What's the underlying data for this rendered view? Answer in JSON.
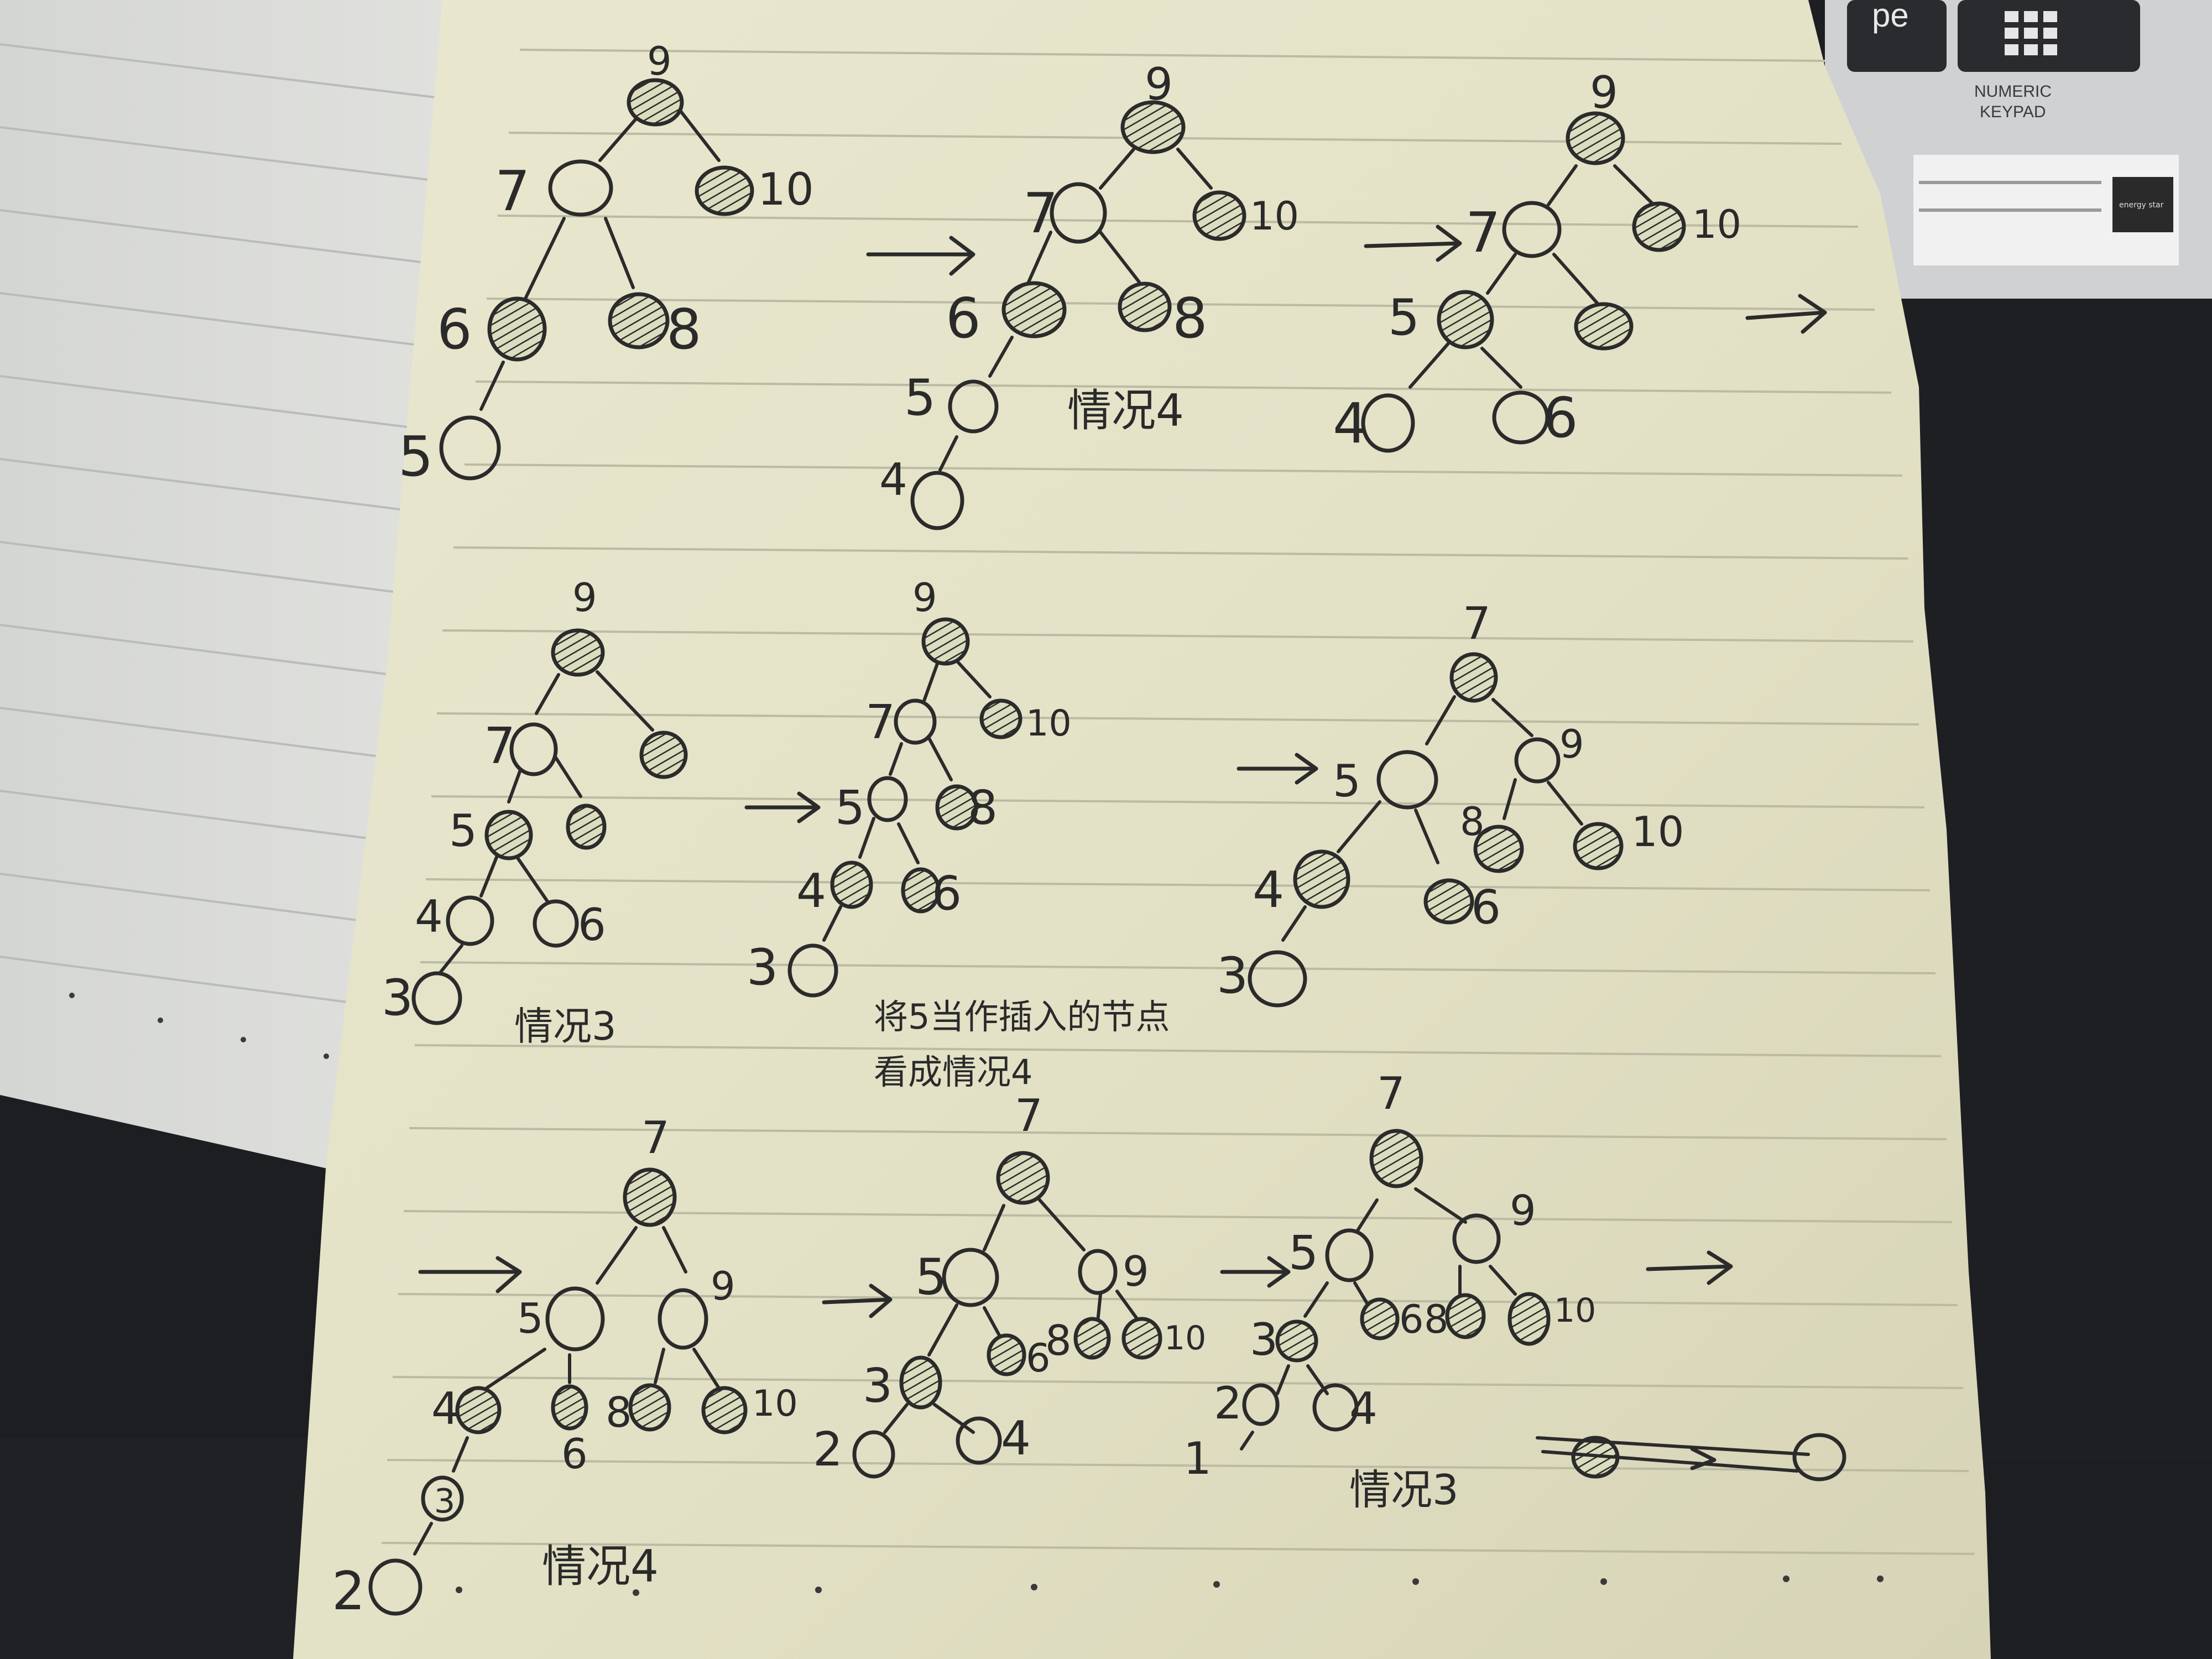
{
  "keyboard": {
    "key_label_partial": "pe",
    "keypad_label_line1": "NUMERIC",
    "keypad_label_line2": "KEYPAD",
    "sticker_text": "energy star"
  },
  "notes": {
    "case4_row1": "情况4",
    "case3_row2": "情况3",
    "note_line1": "将5当作插入的节点",
    "note_line2": "看成情况4",
    "case4_row3": "情况4",
    "case3_row3": "情况3"
  },
  "node_labels": {
    "t1": [
      "9",
      "7",
      "10",
      "6",
      "8",
      "5"
    ],
    "t2": [
      "9",
      "7",
      "10",
      "6",
      "8",
      "5",
      "4"
    ],
    "t3": [
      "9",
      "7",
      "10",
      "5",
      "4",
      "6"
    ],
    "t4": [
      "9",
      "7",
      "5",
      "4",
      "6",
      "3"
    ],
    "t5": [
      "9",
      "7",
      "10",
      "5",
      "8",
      "4",
      "6",
      "3"
    ],
    "t6": [
      "7",
      "5",
      "9",
      "4",
      "6",
      "8",
      "10",
      "3"
    ],
    "t7": [
      "7",
      "5",
      "9",
      "4",
      "6",
      "8",
      "10",
      "3",
      "2"
    ],
    "t8": [
      "7",
      "5",
      "9",
      "3",
      "6",
      "8",
      "10",
      "2",
      "4"
    ],
    "t9": [
      "7",
      "5",
      "9",
      "3",
      "6",
      "8",
      "10",
      "2",
      "4",
      "1"
    ]
  }
}
